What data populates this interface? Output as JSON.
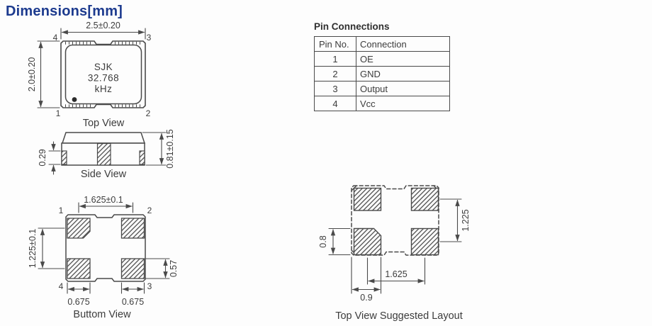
{
  "title": "Dimensions[mm]",
  "colors": {
    "accent": "#1c3a8e",
    "line": "#4a4a4a",
    "text": "#3c3c3c"
  },
  "top_view": {
    "label": "Top View",
    "width_dim": "2.5±0.20",
    "height_dim": "2.0±0.20",
    "chip_line1": "SJK",
    "chip_line2": "32.768",
    "chip_line3": "kHz",
    "pin_top_left": "4",
    "pin_top_right": "3",
    "pin_bottom_left": "1",
    "pin_bottom_right": "2"
  },
  "side_view": {
    "label": "Side View",
    "pad_thickness_dim": "0.29",
    "total_height_dim": "0.81±0.15"
  },
  "bottom_view": {
    "label": "Buttom View",
    "pitch_x_dim": "1.625±0.1",
    "pitch_y_dim": "1.225±0.1",
    "pad_height_dim": "0.57",
    "pad_width_dim_left": "0.675",
    "pad_width_dim_right": "0.675",
    "pin_top_left": "1",
    "pin_top_right": "2",
    "pin_bottom_left": "4",
    "pin_bottom_right": "3"
  },
  "suggested_layout": {
    "label": "Top View Suggested Layout",
    "pitch_y_dim": "1.225",
    "pad_height_dim": "0.8",
    "pitch_x_dim": "1.625",
    "edge_to_pad_dim": "0.9"
  },
  "pin_table": {
    "title": "Pin Connections",
    "headers": [
      "Pin No.",
      "Connection"
    ],
    "rows": [
      [
        "1",
        "OE"
      ],
      [
        "2",
        "GND"
      ],
      [
        "3",
        "Output"
      ],
      [
        "4",
        "Vcc"
      ]
    ]
  }
}
